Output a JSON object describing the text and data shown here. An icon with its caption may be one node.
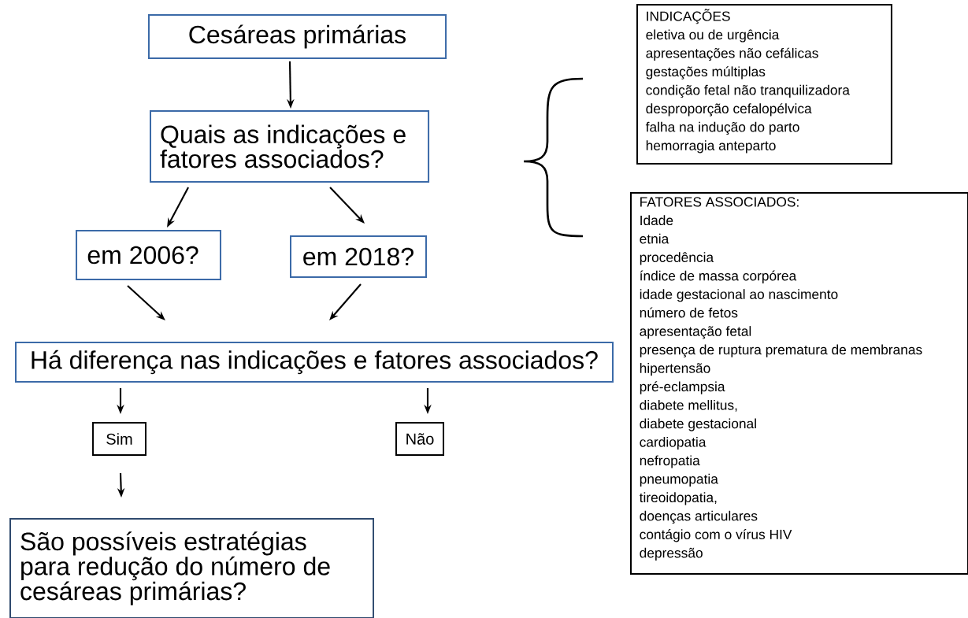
{
  "diagram": {
    "nodes": [
      {
        "text": [
          "Cesáreas primárias"
        ]
      },
      {
        "text": [
          "Quais as indicações e fatores associados?"
        ]
      },
      {
        "text": [
          "em 2006?"
        ]
      },
      {
        "text": [
          "em 2018?"
        ]
      },
      {
        "text": [
          "Há diferença nas indicações e fatores associados?"
        ]
      },
      {
        "text": [
          "Sim"
        ]
      },
      {
        "text": [
          "Não"
        ]
      },
      {
        "text": [
          "São possíveis estratégias para redução do número de cesáreas primárias?"
        ]
      },
      {
        "text": [
          "INDICAÇÕES",
          "eletiva ou de urgência",
          "apresentações não cefálicas",
          "gestações múltiplas",
          "condição fetal não tranquilizadora",
          "desproporção cefalopélvica",
          "falha na indução do parto",
          "hemorragia anteparto"
        ]
      },
      {
        "text": [
          "FATORES ASSOCIADOS:",
          "Idade",
          "etnia",
          "procedência",
          "índice de massa corpórea",
          "idade gestacional ao nascimento",
          "número de fetos",
          "apresentação fetal",
          "presença de ruptura prematura de membranas",
          "hipertensão",
          "pré-eclampsia",
          "diabete mellitus,",
          "diabete gestacional",
          "cardiopatia",
          "nefropatia",
          "pneumopatia",
          "tireoidopatia,",
          "doenças articulares",
          "contágio com o vírus HIV",
          "depressão"
        ]
      }
    ],
    "edges": [
      {
        "from": 0,
        "to": 1,
        "arrow": "to"
      },
      {
        "from": 1,
        "to": 2,
        "arrow": "to"
      },
      {
        "from": 1,
        "to": 3,
        "arrow": "to"
      },
      {
        "from": 2,
        "to": 4,
        "arrow": "to"
      },
      {
        "from": 3,
        "to": 4,
        "arrow": "to"
      },
      {
        "from": 4,
        "to": 5,
        "arrow": "to"
      },
      {
        "from": 4,
        "to": 6,
        "arrow": "to"
      },
      {
        "from": 5,
        "to": 7,
        "arrow": "to"
      }
    ]
  }
}
